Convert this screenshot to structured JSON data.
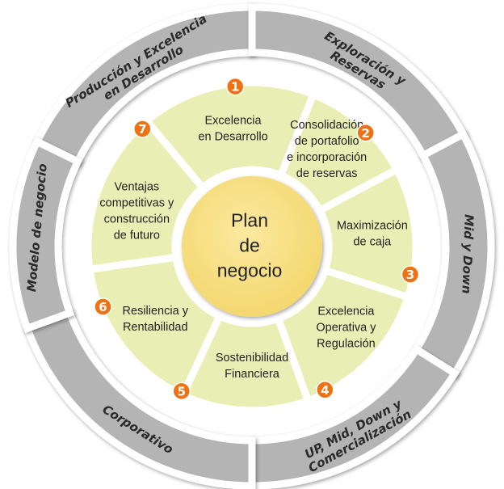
{
  "center": {
    "lines": [
      "Plan",
      "de",
      "negocio"
    ]
  },
  "colors": {
    "outer_ring": "#b4b4b4",
    "inner_ring": "#e9efb4",
    "center": "#f7df7c",
    "badge": "#ee7114",
    "separator": "#ffffff"
  },
  "outer_segments": [
    {
      "lines": [
        "Producción y Excelencia",
        "en Desarrollo"
      ]
    },
    {
      "lines": [
        "Exploración y",
        "Reservas"
      ]
    },
    {
      "lines": [
        "Mid y Down"
      ]
    },
    {
      "lines": [
        "UP, Mid, Down y",
        "Comercialización"
      ]
    },
    {
      "lines": [
        "Corporativo"
      ]
    },
    {
      "lines": [
        "Modelo de negocio"
      ]
    }
  ],
  "inner_segments": [
    {
      "number": "1",
      "lines": [
        "Excelencia",
        "en Desarrollo"
      ]
    },
    {
      "number": "2",
      "lines": [
        "Consolidación",
        "de portafolio",
        "e incorporación",
        "de reservas"
      ]
    },
    {
      "number": "3",
      "lines": [
        "Maximización",
        "de caja"
      ]
    },
    {
      "number": "4",
      "lines": [
        "Excelencia",
        "Operativa y",
        "Regulación"
      ]
    },
    {
      "number": "5",
      "lines": [
        "Sostenibilidad",
        "Financiera"
      ]
    },
    {
      "number": "6",
      "lines": [
        "Resiliencia y",
        "Rentabilidad"
      ]
    },
    {
      "number": "7",
      "lines": [
        "Ventajas",
        "competitivas y",
        "construcción",
        "de futuro"
      ]
    }
  ]
}
